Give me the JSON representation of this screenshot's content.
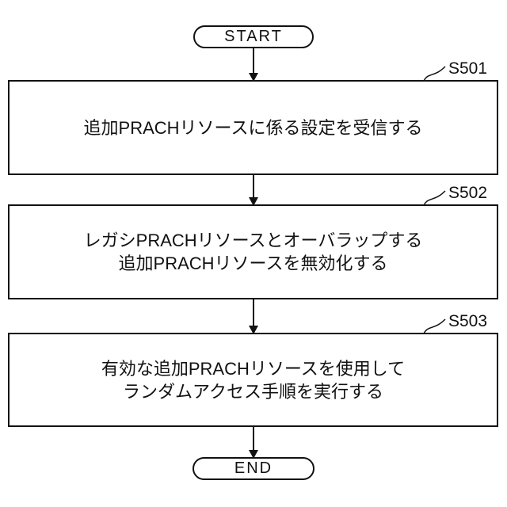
{
  "figure": {
    "type": "flowchart",
    "start_label": "START",
    "end_label": "END",
    "steps": [
      {
        "id": "S501",
        "lines": [
          "追加PRACHリソースに係る設定を受信する"
        ]
      },
      {
        "id": "S502",
        "lines": [
          "レガシPRACHリソースとオーバラップする",
          "追加PRACHリソースを無効化する"
        ]
      },
      {
        "id": "S503",
        "lines": [
          "有効な追加PRACHリソースを使用して",
          "ランダムアクセス手順を実行する"
        ]
      }
    ]
  }
}
